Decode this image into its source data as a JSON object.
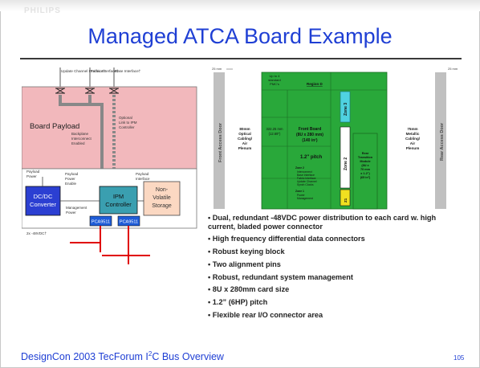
{
  "slide": {
    "logo": "PHILIPS",
    "title": "Managed ATCA Board Example",
    "footer": {
      "prefix": "DesignCon 2003  TecForum  I",
      "sup": "2",
      "suffix": "C Bus Overview"
    },
    "page_number": "105"
  },
  "left_diagram": {
    "top_labels": [
      "Update Channel Interface†",
      "Fabric Interface†",
      "Base Interface†"
    ],
    "board_payload": "Board Payload",
    "backplane_label": [
      "Backplane",
      "Interconnect",
      "Enabled"
    ],
    "optional_link": [
      "Optional",
      "Link to IPM",
      "Controller"
    ],
    "payload_power": [
      "Payload",
      "Power"
    ],
    "payload_power_enable": [
      "Payload",
      "Power",
      "Enable"
    ],
    "payload_interface": [
      "Payload",
      "Interface"
    ],
    "dcdc": [
      "DC/DC",
      "Converter"
    ],
    "ipm": [
      "IPM",
      "Controller"
    ],
    "nonvolatile": [
      "Non-",
      "Volatile",
      "Storage"
    ],
    "management_power": [
      "Management",
      "Power"
    ],
    "pca_left": "PCA9511",
    "pca_right": "PCA9511",
    "vdc": "2x -48VDC†",
    "colors": {
      "payload": "#f2b8bc",
      "dcdc": "#2b3fd2",
      "ipm": "#3a9fb0",
      "nonvolatile": "#fbd8c2",
      "pca": "#1e5cd8",
      "bus": "#e00000"
    }
  },
  "right_diagram": {
    "dim_left": "25 mm",
    "dim_right": "25 mm",
    "front_door": "Front Access Door",
    "rear_door": "Rear Access Door",
    "left_plenum": [
      "80mm",
      "Optical",
      "Cabling/",
      "Air",
      "Plenum"
    ],
    "rear_plenum": [
      "75mm",
      "Metallic",
      "Cabling/",
      "Air",
      "Plenum"
    ],
    "front_board": [
      "Front Board",
      "(8U x 280 mm)",
      "(140 in²)"
    ],
    "height": [
      "322.25 mm",
      "(12.69\")"
    ],
    "pitch": "1.2\" pitch",
    "dc_pwr": [
      "Up to 4",
      "standard",
      "PMC's"
    ],
    "rtm": [
      "Rear",
      "Transition",
      "Module",
      "(8U x",
      "70 mm",
      "x 1.2\")",
      "(65 in²)"
    ],
    "zone3": "Zone 3",
    "zone2": "Zone 2",
    "zone1": "Z1",
    "region": "Region D",
    "zone2_list": [
      "Zone 2",
      "Interconnect",
      "Base Interface",
      "Fabric Interface",
      "Update Channel",
      "Synch Clocks"
    ],
    "zone1_list": [
      "Zone 1",
      "Power",
      "Management"
    ],
    "colors": {
      "board": "#29a83a",
      "zone3": "#4fd2e0",
      "zone2": "#ffffff",
      "zone1": "#f0e020",
      "rails": "#c0c0c0"
    }
  },
  "bullets": [
    "Dual, redundant -48VDC power distribution to each card w. high current, bladed power connector",
    "High frequency differential data connectors",
    "Robust keying block",
    "Two alignment pins",
    "Robust, redundant system management",
    "8U x 280mm card size",
    "1.2” (6HP) pitch",
    "Flexible rear I/O connector area"
  ]
}
